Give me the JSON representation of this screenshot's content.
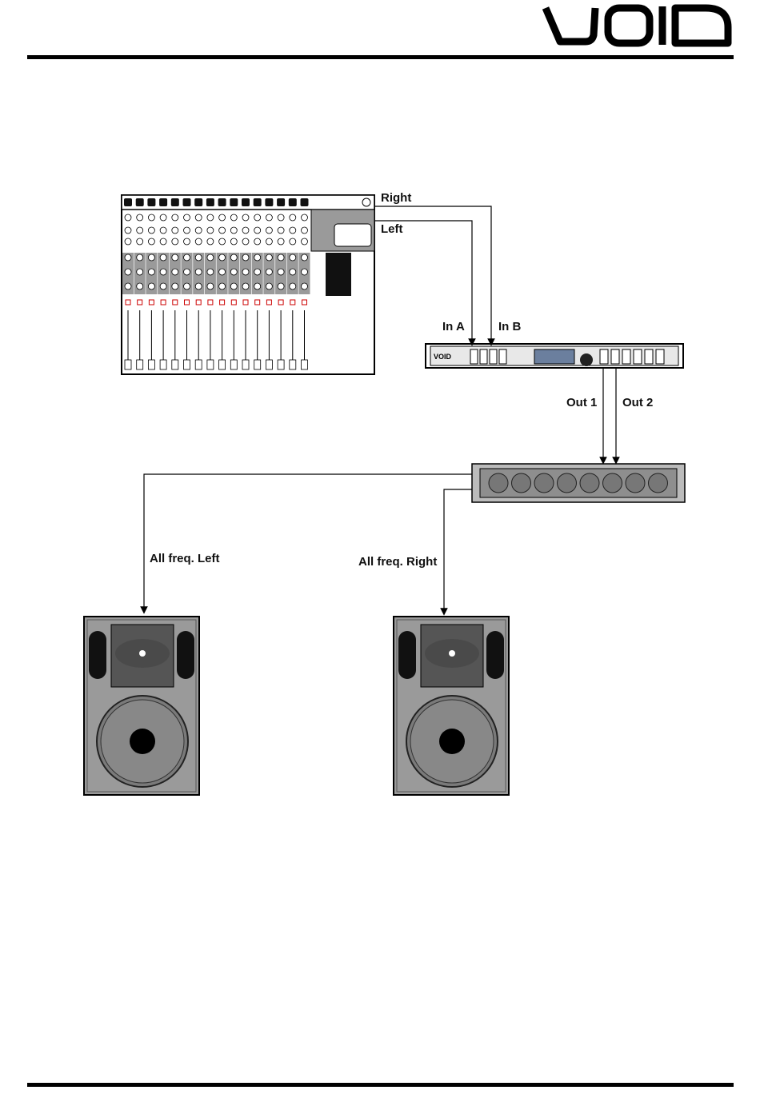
{
  "brand": {
    "logo_text": "VOID"
  },
  "diagram": {
    "devices": {
      "mixer": "mixing-console",
      "processor": "speaker-processor",
      "amplifier": "power-amplifier",
      "speaker_left": "full-range-speaker",
      "speaker_right": "full-range-speaker"
    },
    "labels": {
      "right": "Right",
      "left": "Left",
      "in_a": "In A",
      "in_b": "In B",
      "out_1": "Out 1",
      "out_2": "Out 2",
      "all_freq_left": "All freq. Left",
      "all_freq_right": "All freq. Right"
    }
  }
}
